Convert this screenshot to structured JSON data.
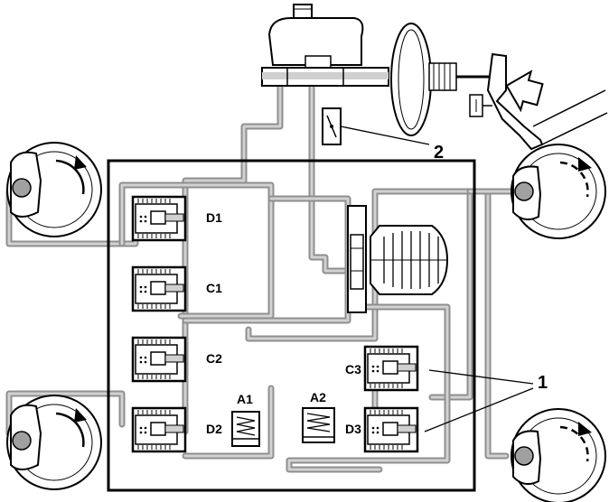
{
  "labels": {
    "D1": "D1",
    "C1": "C1",
    "C2": "C2",
    "D2": "D2",
    "A1": "A1",
    "A2": "A2",
    "C3": "C3",
    "D3": "D3",
    "callout_1": "1",
    "callout_2": "2"
  },
  "colors": {
    "line": "#000000",
    "pipe_outline": "#8f8f8f",
    "pipe_fill": "#d2d2d2",
    "background": "#ffffff"
  }
}
